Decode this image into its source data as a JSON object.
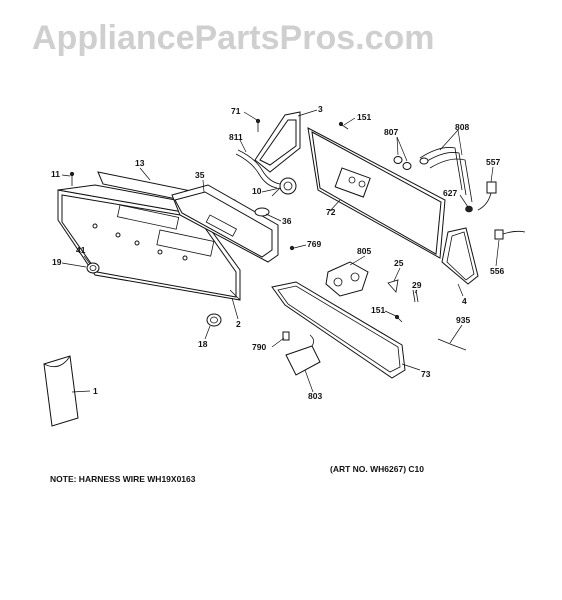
{
  "watermark": "AppliancePartsPros.com",
  "labels": {
    "p71": "71",
    "p3": "3",
    "p151a": "151",
    "p807": "807",
    "p808": "808",
    "p811": "811",
    "p13": "13",
    "p11": "11",
    "p35": "35",
    "p10": "10",
    "p557": "557",
    "p627": "627",
    "p72": "72",
    "p36": "36",
    "p769": "769",
    "p41": "41",
    "p19": "19",
    "p805": "805",
    "p25": "25",
    "p556": "556",
    "p29": "29",
    "p4": "4",
    "p151b": "151",
    "p935": "935",
    "p2": "2",
    "p18": "18",
    "p790": "790",
    "p73": "73",
    "p803": "803",
    "p1": "1"
  },
  "note": "NOTE: HARNESS WIRE WH19X0163",
  "art_number": "(ART NO. WH6267) C10"
}
